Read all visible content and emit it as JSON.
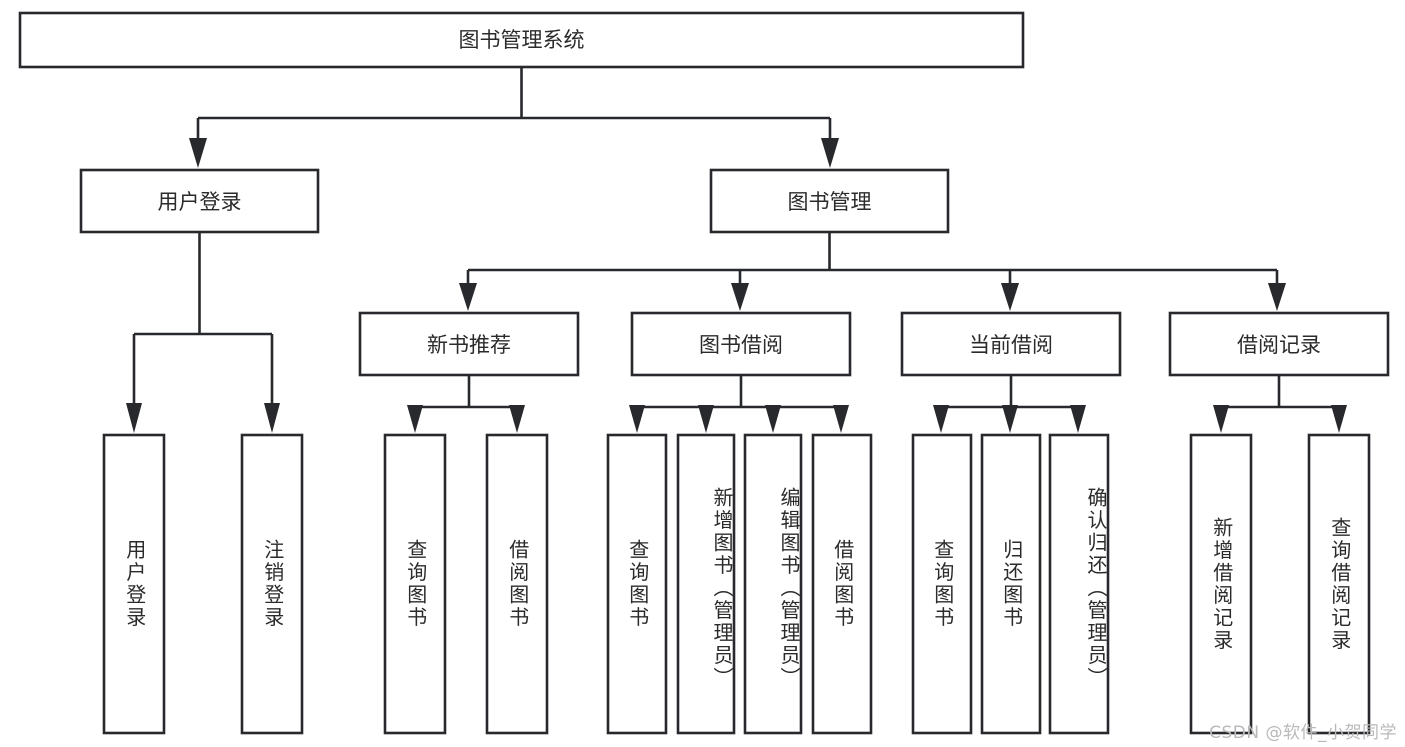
{
  "diagram": {
    "type": "tree-hierarchy",
    "title": "图书管理系统",
    "watermark": "CSDN @软件_小贺同学",
    "colors": {
      "stroke": "#27292c",
      "box_fill": "#ffffff",
      "text": "#2b2b2b",
      "background": "#ffffff",
      "watermark": "#b9b9b9"
    },
    "root": {
      "label": "图书管理系统"
    },
    "level2": [
      {
        "label": "用户登录"
      },
      {
        "label": "图书管理"
      }
    ],
    "level3": [
      {
        "label": "新书推荐"
      },
      {
        "label": "图书借阅"
      },
      {
        "label": "当前借阅"
      },
      {
        "label": "借阅记录"
      }
    ],
    "leaves": {
      "user_login": [
        {
          "label": "用户登录"
        },
        {
          "label": "注销登录"
        }
      ],
      "new_book_recommend": [
        {
          "label": "查询图书"
        },
        {
          "label": "借阅图书"
        }
      ],
      "book_borrow": [
        {
          "label": "查询图书"
        },
        {
          "label": "新增图书（管理员）"
        },
        {
          "label": "编辑图书（管理员）"
        },
        {
          "label": "借阅图书"
        }
      ],
      "current_borrow": [
        {
          "label": "查询图书"
        },
        {
          "label": "归还图书"
        },
        {
          "label": "确认归还（管理员）"
        }
      ],
      "borrow_records": [
        {
          "label": "新增借阅记录"
        },
        {
          "label": "查询借阅记录"
        }
      ]
    }
  }
}
